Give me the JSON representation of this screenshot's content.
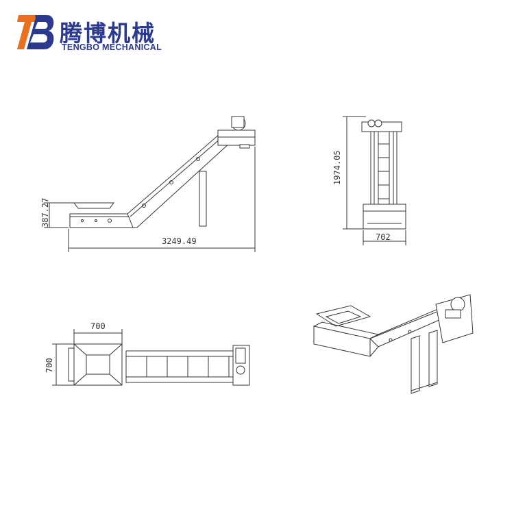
{
  "brand": {
    "name_cn": "腾博机械",
    "name_en": "TENGBO MECHANICAL",
    "primary_color": "#2b3a8f",
    "accent_color": "#e8701e"
  },
  "dimensions": {
    "side_length": "3249.49",
    "side_inlet_height": "387.27",
    "end_height": "1974.05",
    "end_width": "702",
    "top_length": "700",
    "top_width": "700"
  }
}
